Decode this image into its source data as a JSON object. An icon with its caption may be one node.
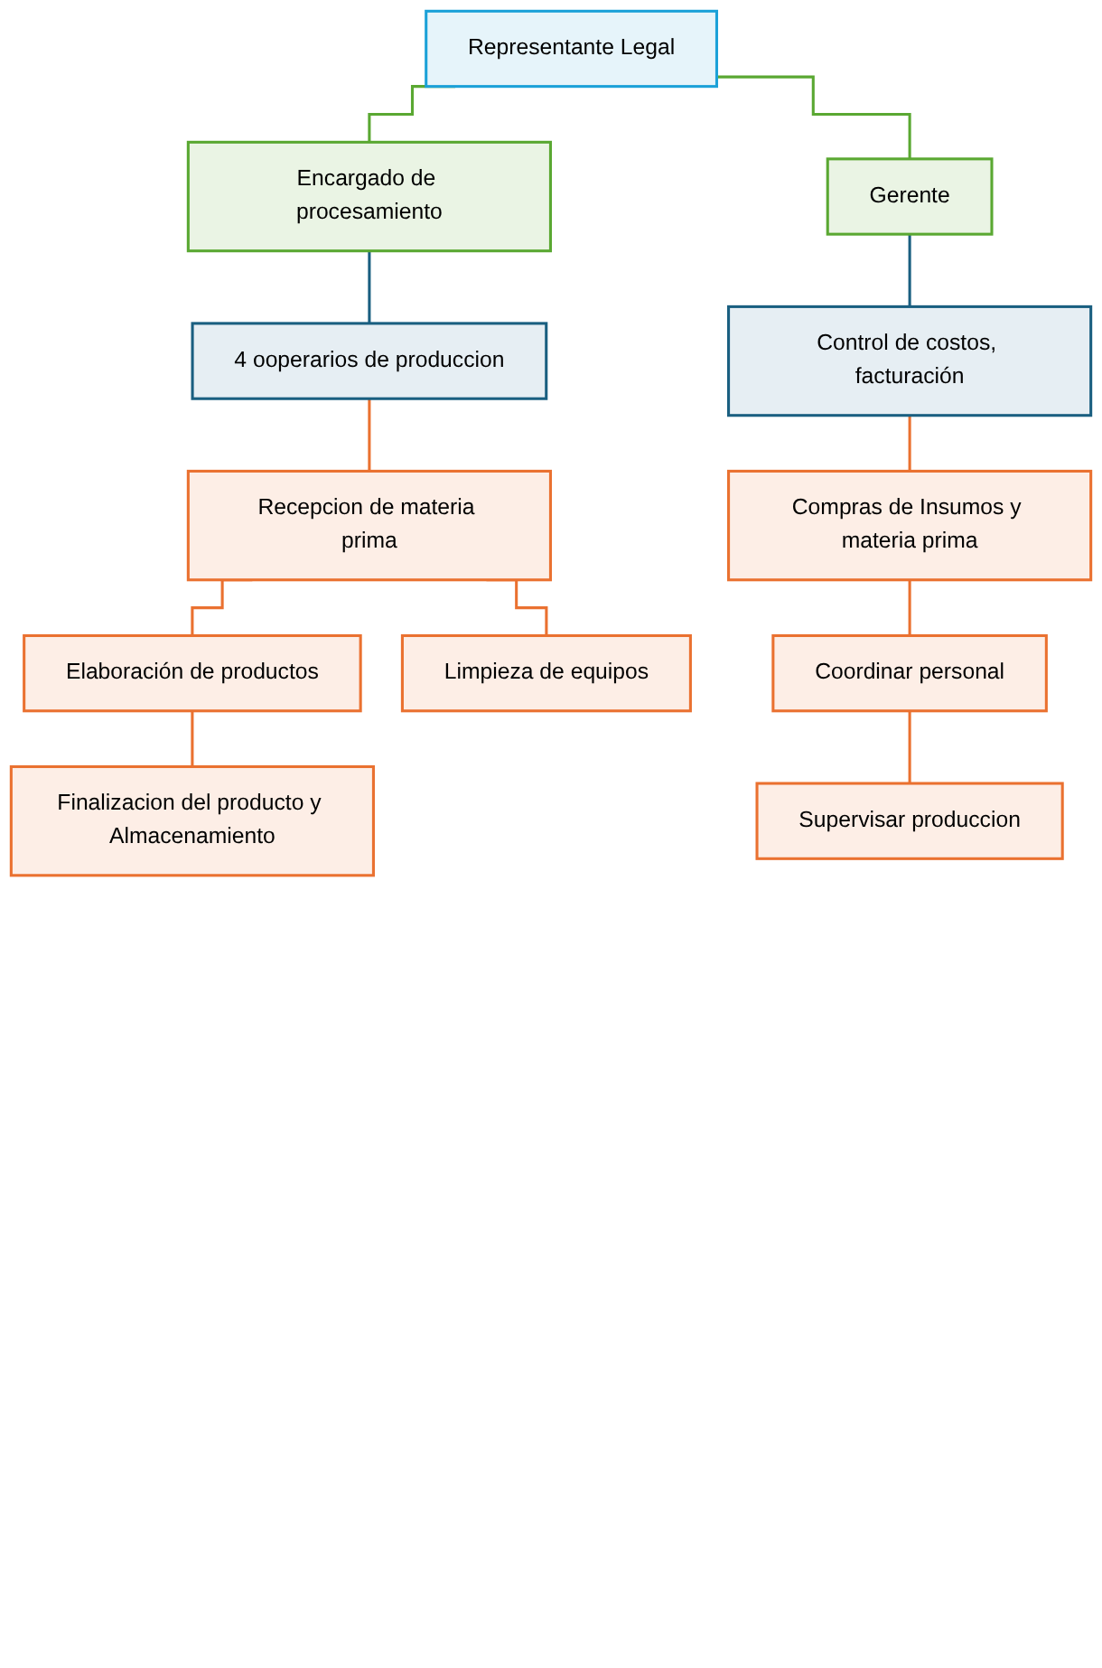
{
  "diagram": {
    "nodes": [
      {
        "text": [
          "Representante Legal"
        ]
      },
      {
        "text": [
          "Encargado de procesamiento"
        ]
      },
      {
        "text": [
          "Gerente"
        ]
      },
      {
        "text": [
          "4 ooperarios de produccion"
        ]
      },
      {
        "text": [
          "Control de costos, facturación"
        ]
      },
      {
        "text": [
          "Recepcion de materia prima"
        ]
      },
      {
        "text": [
          "Compras de Insumos y materia prima"
        ]
      },
      {
        "text": [
          "Elaboración de productos"
        ]
      },
      {
        "text": [
          "Limpieza de equipos"
        ]
      },
      {
        "text": [
          "Finalizacion del producto y Almacenamiento"
        ]
      },
      {
        "text": [
          "Coordinar personal"
        ]
      },
      {
        "text": [
          "Supervisar produccion"
        ]
      }
    ],
    "edges": [
      {
        "from": 0,
        "to": 1,
        "arrow": "none",
        "color": "#5aa832"
      },
      {
        "from": 0,
        "to": 2,
        "arrow": "none",
        "color": "#5aa832"
      },
      {
        "from": 1,
        "to": 3,
        "arrow": "none",
        "color": "#1a5f80"
      },
      {
        "from": 2,
        "to": 4,
        "arrow": "none",
        "color": "#1a5f80"
      },
      {
        "from": 3,
        "to": 5,
        "arrow": "none"
      },
      {
        "from": 4,
        "to": 6,
        "arrow": "none"
      },
      {
        "from": 5,
        "to": 7,
        "arrow": "none"
      },
      {
        "from": 5,
        "to": 8,
        "arrow": "none"
      },
      {
        "from": 7,
        "to": 9,
        "arrow": "none"
      },
      {
        "from": 6,
        "to": 10,
        "arrow": "none"
      },
      {
        "from": 10,
        "to": 11,
        "arrow": "none"
      }
    ]
  }
}
